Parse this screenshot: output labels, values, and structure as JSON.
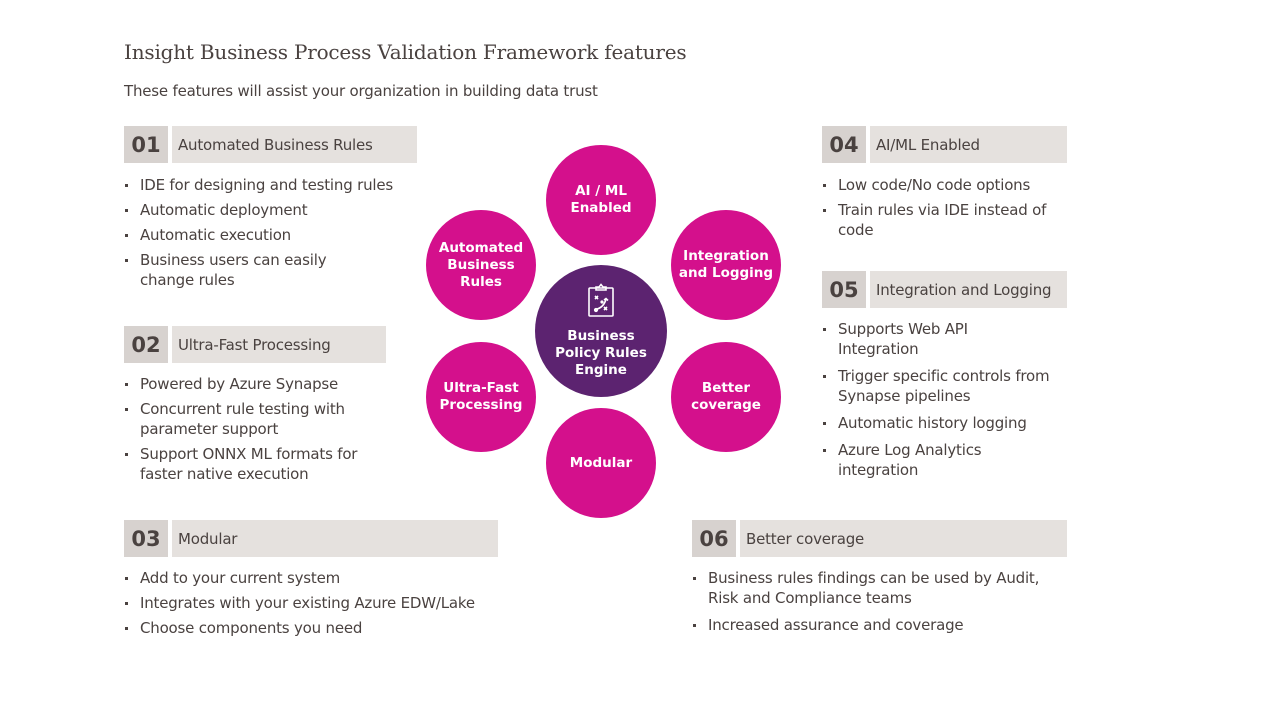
{
  "header": {
    "title": "Insight Business Process Validation Framework features",
    "subtitle": "These features will assist your organization in building data trust"
  },
  "colors": {
    "feature_circle": "#d4108c",
    "center_circle": "#5c2370",
    "number_box": "#d7d2cf",
    "title_box": "#e5e1de",
    "text": "#4a4240"
  },
  "center": {
    "icon": "clipboard-strategy-icon",
    "label": "Business\nPolicy Rules\nEngine"
  },
  "circles": {
    "ai_ml": "AI / ML\nEnabled",
    "integration": "Integration\nand Logging",
    "better_coverage": "Better\ncoverage",
    "modular": "Modular",
    "ultra_fast": "Ultra-Fast\nProcessing",
    "automated": "Automated\nBusiness\nRules"
  },
  "sections": [
    {
      "number": "01",
      "title": "Automated Business Rules",
      "bullets": [
        "IDE for designing and testing rules",
        "Automatic deployment",
        "Automatic execution",
        "Business users can easily change rules"
      ]
    },
    {
      "number": "02",
      "title": "Ultra-Fast Processing",
      "bullets": [
        "Powered by Azure Synapse",
        "Concurrent rule testing with parameter support",
        "Support ONNX ML formats for faster native execution"
      ]
    },
    {
      "number": "03",
      "title": "Modular",
      "bullets": [
        "Add to your current system",
        "Integrates with your existing Azure EDW/Lake",
        "Choose components you need"
      ]
    },
    {
      "number": "04",
      "title": "AI/ML Enabled",
      "bullets": [
        "Low code/No code options",
        "Train rules via IDE instead of code"
      ]
    },
    {
      "number": "05",
      "title": "Integration and Logging",
      "bullets": [
        "Supports Web API Integration",
        "Trigger specific controls from Synapse pipelines",
        "Automatic history logging",
        "Azure Log Analytics integration"
      ]
    },
    {
      "number": "06",
      "title": "Better coverage",
      "bullets": [
        "Business rules findings can be used by Audit, Risk and Compliance teams",
        "Increased assurance and coverage"
      ]
    }
  ]
}
